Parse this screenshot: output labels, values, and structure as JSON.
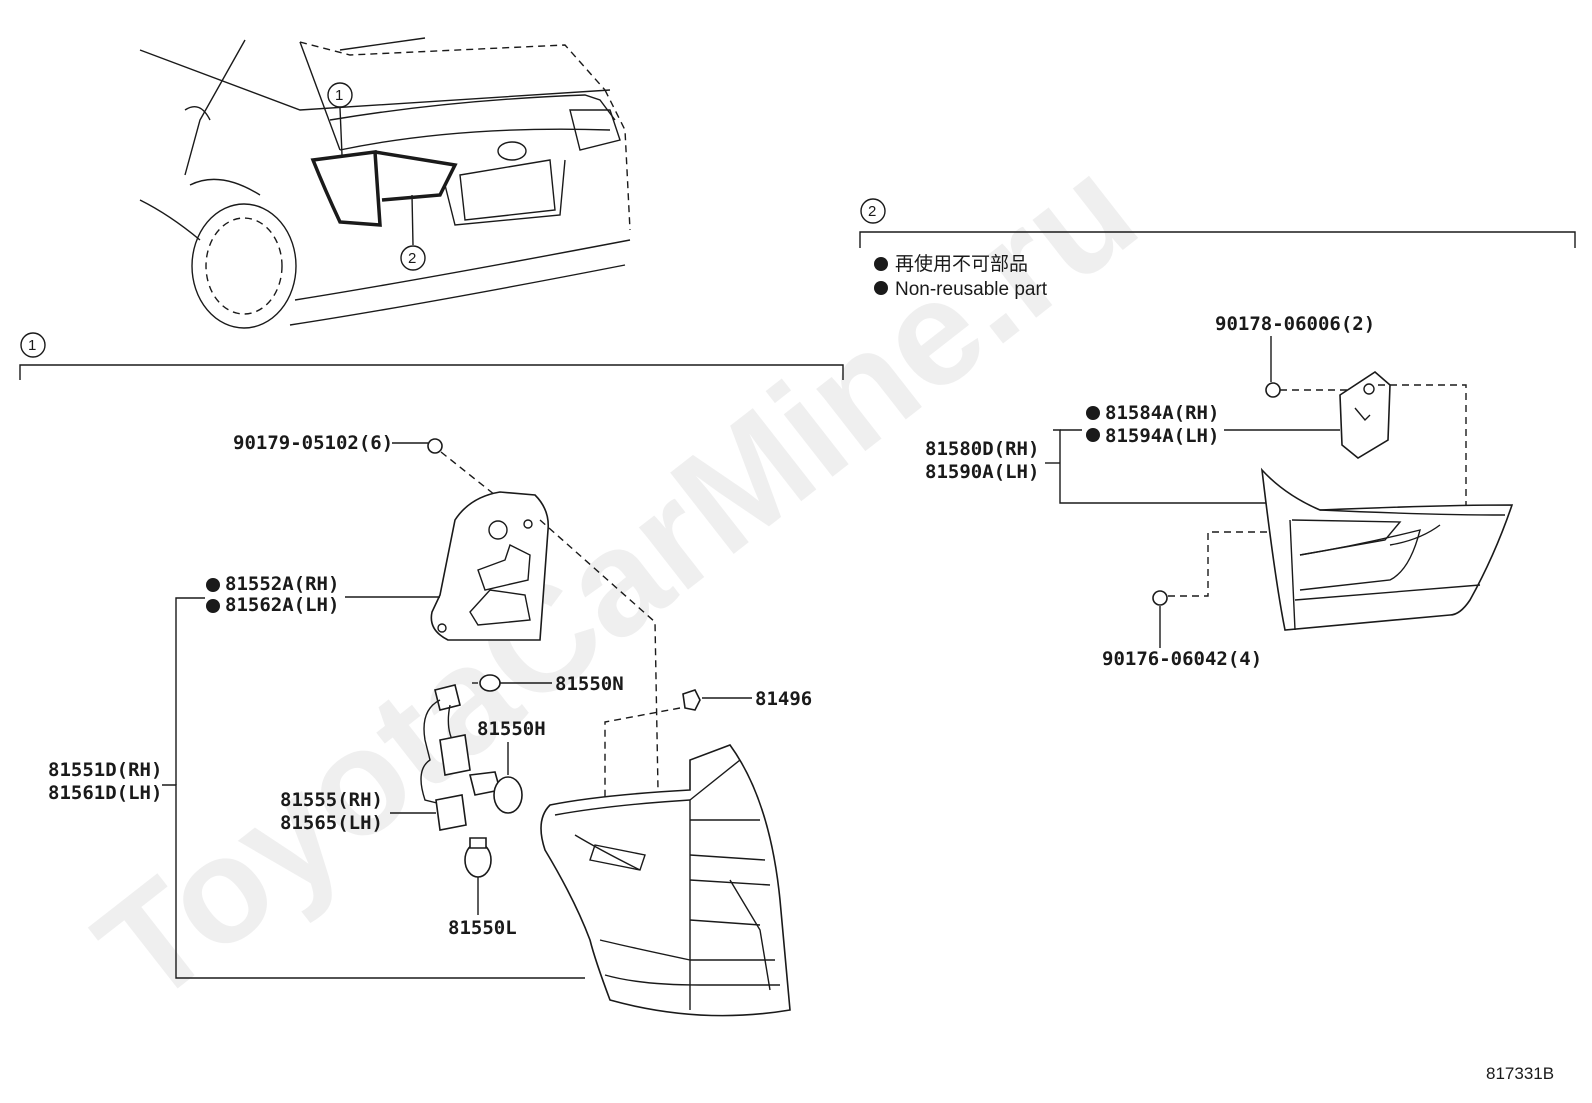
{
  "watermark": "ToyotaCarMine.ru",
  "diagram_code": "817331B",
  "callouts": {
    "one": "1",
    "two": "2"
  },
  "legend": {
    "jp": "再使用不可部品",
    "en": "Non-reusable part"
  },
  "section1": {
    "label": "1",
    "parts": {
      "screw": "90179-05102(6)",
      "gasket_rh": "81552A(RH)",
      "gasket_lh": "81562A(LH)",
      "bulb_n": "81550N",
      "clip": "81496",
      "bulb_h": "81550H",
      "lamp_rh": "81551D(RH)",
      "lamp_lh": "81561D(LH)",
      "socket_rh": "81555(RH)",
      "socket_lh": "81565(LH)",
      "bulb_l": "81550L"
    }
  },
  "section2": {
    "label": "2",
    "parts": {
      "nut_top": "90178-06006(2)",
      "gasket_rh": "81584A(RH)",
      "gasket_lh": "81594A(LH)",
      "lamp_rh": "81580D(RH)",
      "lamp_lh": "81590A(LH)",
      "nut_bottom": "90176-06042(4)"
    }
  }
}
